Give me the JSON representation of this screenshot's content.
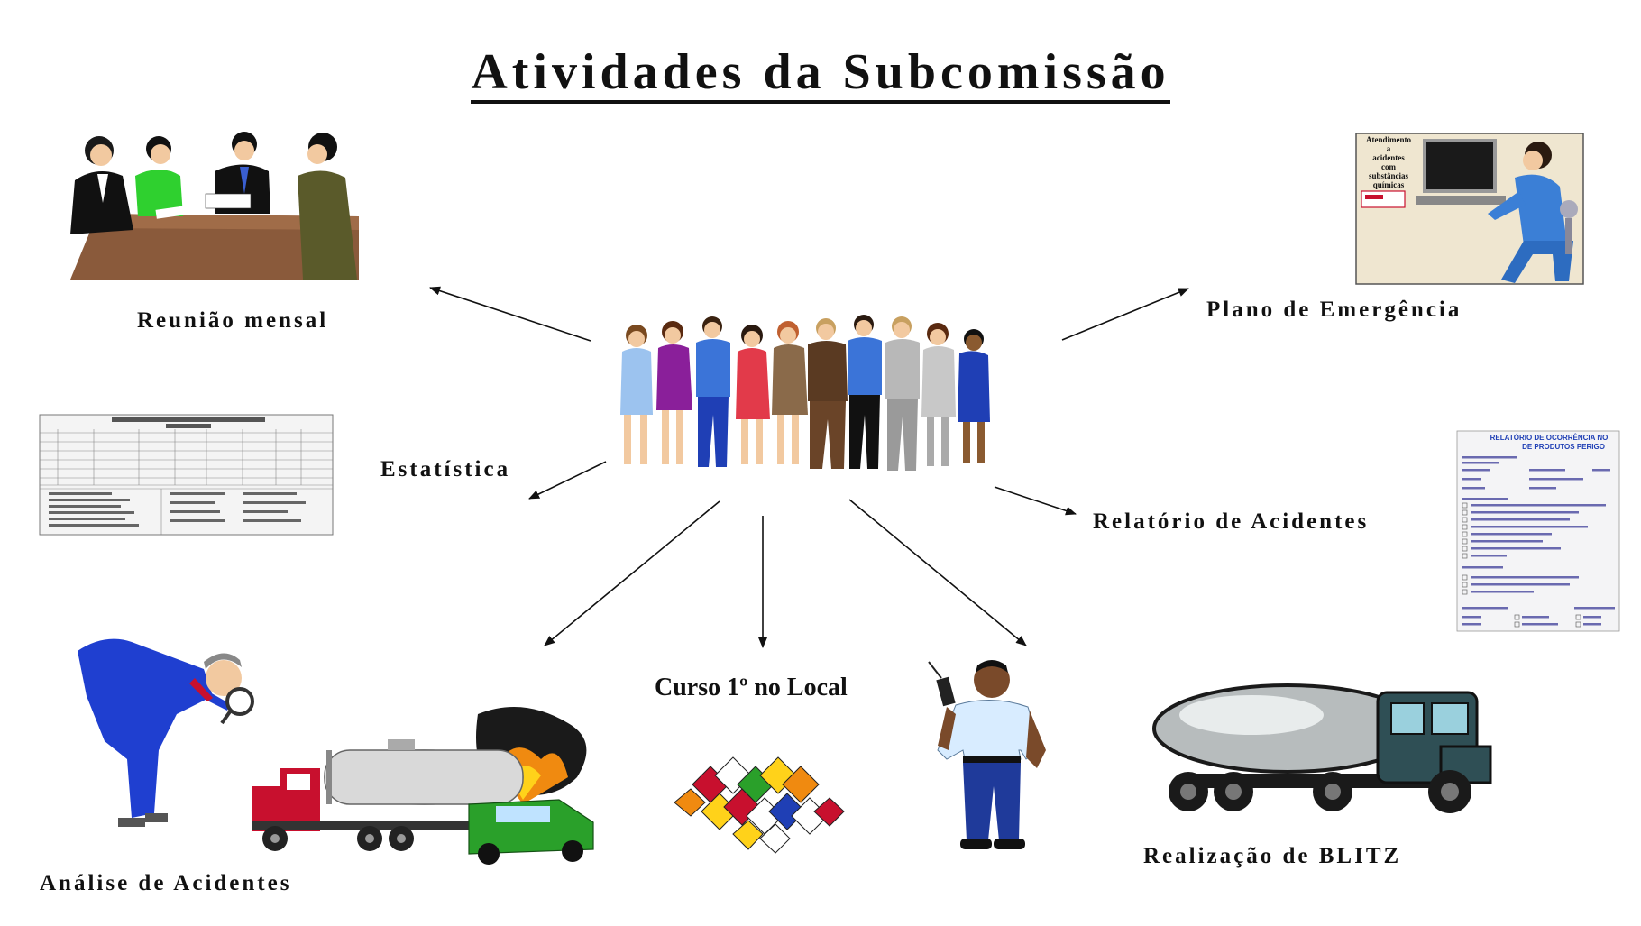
{
  "title": "Atividades da Subcomissão",
  "labels": {
    "reuniao": "Reunião mensal",
    "plano": "Plano de Emergência",
    "estatistica": "Estatística",
    "relatorio": "Relatório de Acidentes",
    "curso": "Curso 1º no Local",
    "analise": "Análise de  Acidentes",
    "blitz": "Realização de BLITZ"
  },
  "emergency_sheet": {
    "lines": [
      "Atendimento",
      "a",
      "acidentes",
      "com",
      "substâncias",
      "químicas"
    ]
  },
  "report_form": {
    "title_line1": "RELATÓRIO DE OCORRÊNCIA NO",
    "title_line2": "DE PRODUTOS PERIGO"
  },
  "colors": {
    "accent_red": "#c8102e",
    "uniform_blue": "#1f3fb5",
    "truck_teal": "#2f4f55"
  }
}
